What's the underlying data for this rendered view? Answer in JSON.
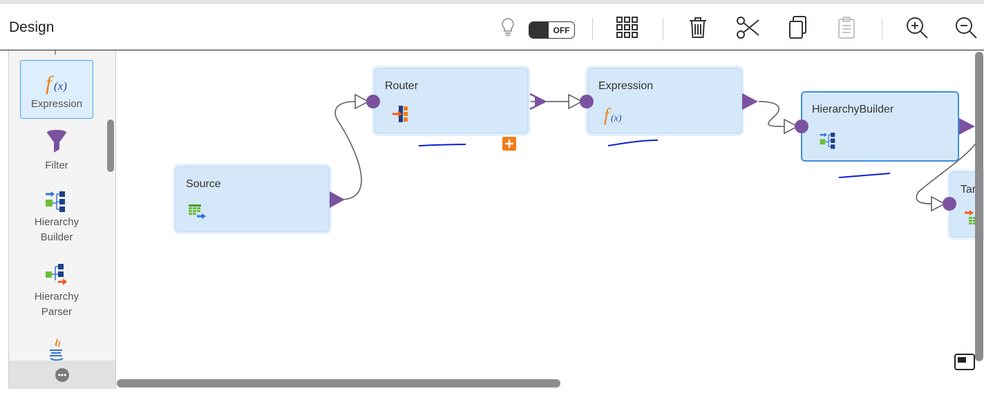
{
  "header": {
    "title": "Design",
    "toggle_label": "OFF"
  },
  "palette": {
    "items": [
      {
        "label": "Expression",
        "selected": true
      },
      {
        "label": "Filter"
      },
      {
        "label": "Hierarchy Builder"
      },
      {
        "label": "Hierarchy Parser"
      },
      {
        "label": "Java"
      }
    ]
  },
  "canvas": {
    "nodes": [
      {
        "label": "Source"
      },
      {
        "label": "Router"
      },
      {
        "label": "Expression"
      },
      {
        "label": "HierarchyBuilder",
        "selected": true
      },
      {
        "label": "Targ"
      }
    ]
  },
  "colors": {
    "node_fill": "#d5e8f9",
    "node_border": "#c7e1f8",
    "selected_border": "#3c8fdf",
    "port": "#7b529f",
    "annotation": "#0a1fd1",
    "orange": "#f07d1a"
  }
}
